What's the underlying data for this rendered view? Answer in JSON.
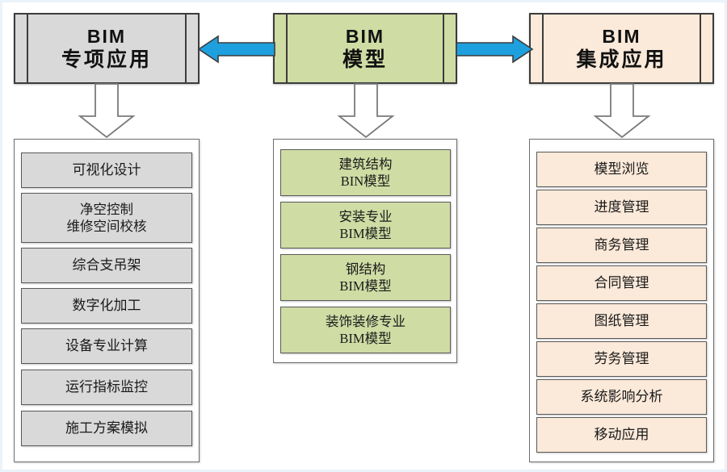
{
  "diagram": {
    "title": "BIM 模型 / 专项应用 / 集成应用 结构图",
    "colors": {
      "left_fill": "#d9d9d9",
      "left_header_fill": "#d9d9d9",
      "middle_fill": "#cfdca4",
      "middle_header_fill": "#cfdca4",
      "right_fill": "#fbe9d9",
      "right_header_fill": "#fbe9d9",
      "blue_arrow": "#1fa0de",
      "blue_arrow_stroke": "#3c3c3c",
      "outline": "#595959",
      "white_arrow_fill": "#ffffff",
      "white_arrow_stroke": "#7a7a7a"
    }
  },
  "columns": {
    "left": {
      "header": {
        "line1": "BIM",
        "line2": "专项应用"
      },
      "items": [
        {
          "text": "可视化设计"
        },
        {
          "text": "净空控制\n维修空间校核"
        },
        {
          "text": "综合支吊架"
        },
        {
          "text": "数字化加工"
        },
        {
          "text": "设备专业计算"
        },
        {
          "text": "运行指标监控"
        },
        {
          "text": "施工方案模拟"
        }
      ]
    },
    "middle": {
      "header": {
        "line1": "BIM",
        "line2": "模型"
      },
      "items": [
        {
          "text": "建筑结构\nBIN模型"
        },
        {
          "text": "安装专业\nBIM模型"
        },
        {
          "text": "钢结构\nBIM模型"
        },
        {
          "text": "装饰装修专业\nBIM模型"
        }
      ]
    },
    "right": {
      "header": {
        "line1": "BIM",
        "line2": "集成应用"
      },
      "items": [
        {
          "text": "模型浏览"
        },
        {
          "text": "进度管理"
        },
        {
          "text": "商务管理"
        },
        {
          "text": "合同管理"
        },
        {
          "text": "图纸管理"
        },
        {
          "text": "劳务管理"
        },
        {
          "text": "系统影响分析"
        },
        {
          "text": "移动应用"
        }
      ]
    }
  },
  "connectors": {
    "left_blue_arrow": {
      "direction": "left",
      "from": "BIM 模型",
      "to": "BIM 专项应用"
    },
    "right_blue_arrow": {
      "direction": "right",
      "from": "BIM 模型",
      "to": "BIM 集成应用"
    },
    "left_down_arrow": {
      "direction": "down"
    },
    "middle_down_arrow": {
      "direction": "down"
    },
    "right_down_arrow": {
      "direction": "down"
    }
  }
}
